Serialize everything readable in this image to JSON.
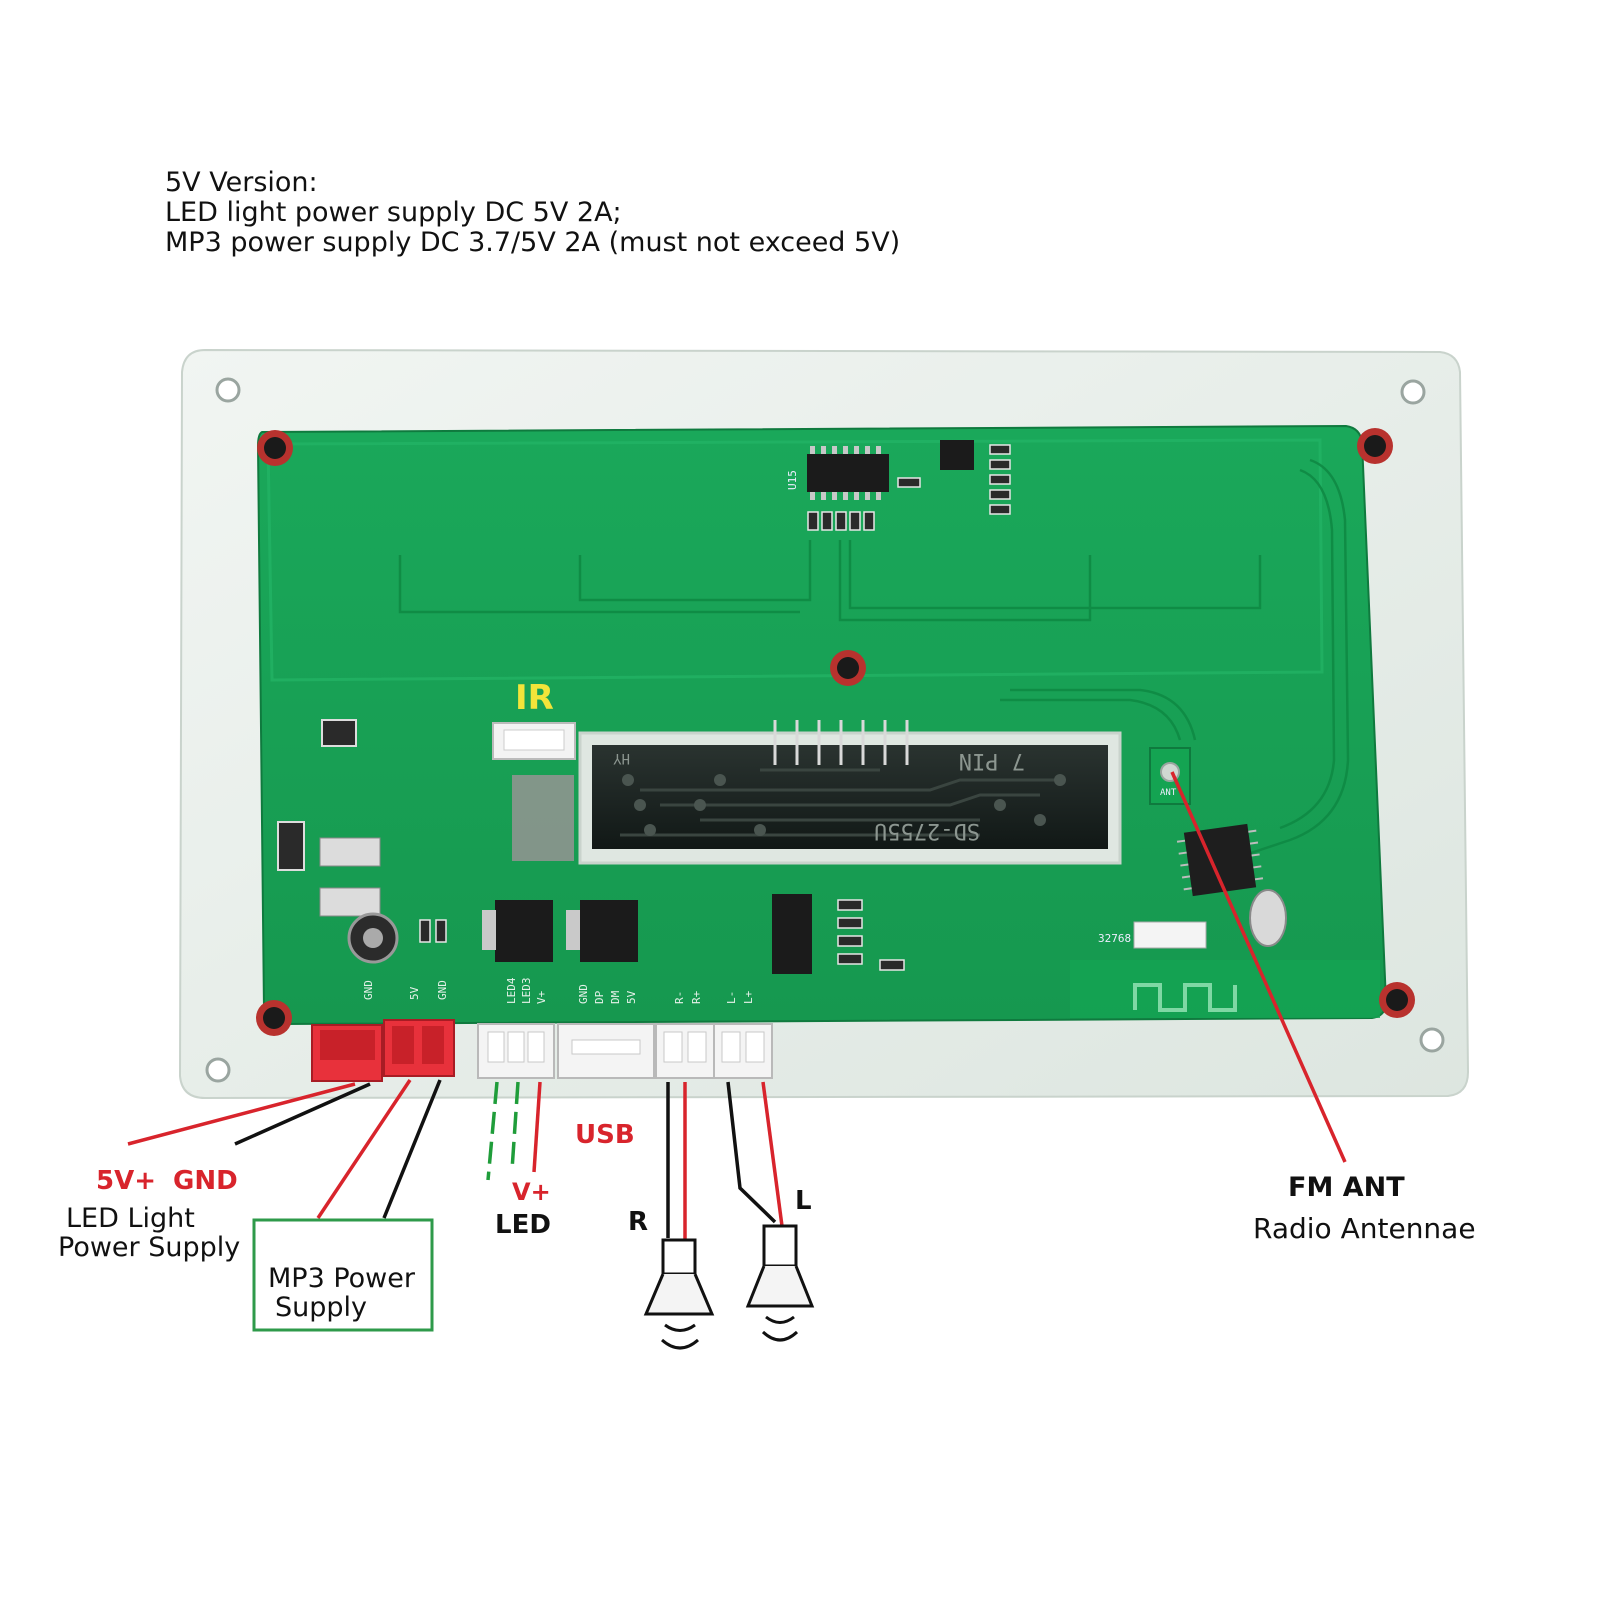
{
  "header": {
    "line1": "5V Version:",
    "line2": "LED light power supply DC 5V 2A;",
    "line3": "MP3 power supply DC 3.7/5V 2A (must not exceed 5V)"
  },
  "board": {
    "ir_label": "IR",
    "display_pin_label": "7 PIN",
    "display_model_label": "SD-2755U",
    "display_mark": "HY",
    "chip_label": "U15",
    "crystal_label": "32768",
    "antenna_pad_label": "ANT",
    "header_pins": [
      "GND",
      "5V",
      "GND",
      "LED4",
      "LED3",
      "V+",
      "GND",
      "DP",
      "DM",
      "5V",
      "R-",
      "R+",
      "L-",
      "L+"
    ]
  },
  "labels": {
    "v5_plus": "5V+",
    "gnd": "GND",
    "led_light_l1": "LED Light",
    "led_light_l2": "Power Supply",
    "mp3_l1": "MP3 Power",
    "mp3_l2": "Supply",
    "usb": "USB",
    "v_plus": "V+",
    "led": "LED",
    "r": "R",
    "l": "L",
    "fm_ant": "FM ANT",
    "radio_antennae": "Radio Antennae"
  },
  "colors": {
    "pcb": "#19a656",
    "plate": "#e8eeea",
    "wire_red": "#d8242c",
    "wire_black": "#111111",
    "wire_green": "#1f9d3a",
    "box_border": "#2e9a4a",
    "ir_text": "#f2e43a"
  }
}
